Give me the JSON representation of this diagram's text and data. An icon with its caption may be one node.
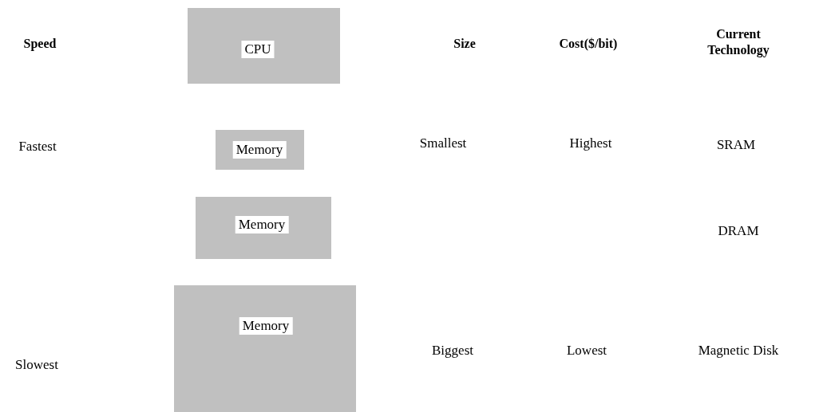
{
  "diagram": {
    "nodes": [
      {
        "text": [
          "CPU"
        ]
      },
      {
        "text": [
          "Memory"
        ]
      },
      {
        "text": [
          "Memory"
        ]
      },
      {
        "text": [
          "Memory"
        ]
      }
    ],
    "labels": [
      "Speed",
      "Size",
      "Cost($/bit)",
      "Current Technology",
      "Fastest",
      "Smallest",
      "Highest",
      "SRAM",
      "DRAM",
      "Slowest",
      "Biggest",
      "Lowest",
      "Magnetic Disk"
    ]
  }
}
